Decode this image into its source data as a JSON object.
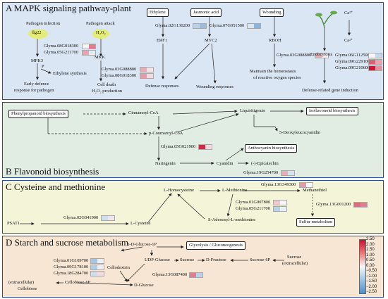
{
  "panels": {
    "a": "A  MAPK signaling pathway-plant",
    "b": "B   Flavonoid biosynthesis",
    "c": "C   Cysteine and methionine",
    "d": "D   Starch and sucrose metabolism"
  },
  "colors": {
    "hi": "#c8102e",
    "mid": "#f7f7f7",
    "lo": "#4f8ec8"
  },
  "legend": [
    "2.50",
    "2.00",
    "1.50",
    "1.00",
    "0.50",
    "0.00",
    "−0.50",
    "−1.00",
    "−1.50",
    "−2.00",
    "−2.50"
  ],
  "A": {
    "pathogen_infection": "Pathogen infection",
    "flg22": "flg22",
    "pathogen_attack": "Pathogen attack",
    "h2o2": "H₂O₂",
    "genes_flg": [
      "Glyma.08G018300",
      "Glyma.05G211700"
    ],
    "mpk3": "MPK3",
    "p": "P",
    "ethylene_synthesis": "Ethylene synthesis",
    "early_defence": [
      "Early defence",
      "response for pathogen"
    ],
    "mkk": "MKK",
    "genes_h2o2": [
      "Glyma.03G088800",
      "Glyma.08G018300"
    ],
    "cell_death": [
      "Cell death",
      "H₂O₂ production"
    ],
    "ethylene": "Ethylene",
    "jasmonic": "Jasmonic acid",
    "wounding": "Wounding",
    "gene_eth": "Glyma.02G130200",
    "gene_jas": "Glyma.07G051500",
    "erf1": "ERF1",
    "myc2": "MYC2",
    "rboh": "RBOH",
    "gene_rboh": "Glyma.03G088800",
    "defense_responses": "Defense responses",
    "wounding_responses": "Wounding responses",
    "homeostasis": [
      "Maintain the homeostasis",
      "of reactive oxygen species"
    ],
    "endocytosis": "Endocytosis",
    "ca1": "Ca²⁺",
    "ca2": "Ca²⁺",
    "genes_ca": [
      "Glyma.06G112500",
      "Glyma.09G229100",
      "Glyma.09G210600"
    ],
    "defense_gene_induction": "Defense-related gene induction"
  },
  "B": {
    "phenyl": "Phenylpropanoid biosynthesis",
    "cinnamoyl": "Cinnamoyl-CoA",
    "coumaroyl": "p-Coumaroyl-CoA",
    "liquiritigenin": "Liquiritigenin",
    "isoflavonoid": "Isoflavonoid biosynthesis",
    "deoxyleuco": "5-Deoxyleucocyanidin",
    "gene_b1": "Glyma.05G021900",
    "naringenin": "Naringenin",
    "cyanidin": "Cyanidin",
    "anthocyanin": "Anthocyanin biosynthesis",
    "epicatechin": "(-)-Epicatechin",
    "gene_b2": "Glyma.19G254700"
  },
  "C": {
    "homocysteine": "L-Homocysteine",
    "methionine": "L-Methionine",
    "gene_c1": "Glyma.13G349300",
    "methanethiol": "Methanethiol",
    "psat1": "PSAT1",
    "gene_c2": "Glyma.02G041900",
    "cysteine": "L-Cysteine",
    "genes_c3": [
      "Glyma.01G007800",
      "Glyma.05G211700"
    ],
    "sam": "S-Adenosyl-L-methionine",
    "gene_c4": "Glyma.13G001200",
    "sulfur": "Sulfur metabolism"
  },
  "D": {
    "aglc1p": "α-D-Glucose-1P",
    "glycolysis": "Glycolysis / Gluconeogenesis",
    "genes_d1": [
      "Glyma.01G109700",
      "Glyma.09G178100",
      "Glyma.18G284700"
    ],
    "cellodextrin": "Cellodextrin",
    "udpg": "UDP-Glucose",
    "sucrose": "Sucrose",
    "dfructose": "D-Fructose",
    "sucrose6p": "Sucrose-6P",
    "sucrose_ext": [
      "Sucrose",
      "(extracellular)"
    ],
    "gene_d2": "Glyma.13G087400",
    "cellobiose_ext": [
      "(extracellular)",
      "Cellobiose"
    ],
    "cellobiose6p": "Cellobiose-6P",
    "dglucose": "D-Glucose"
  },
  "heatmaps": {
    "flg": [
      [
        0.0,
        1.3
      ],
      [
        0.9,
        -0.3
      ]
    ],
    "h2o2": [
      [
        0.8,
        0.2
      ],
      [
        1.0,
        0.3
      ]
    ],
    "eth": [
      [
        -0.9,
        -1.4
      ]
    ],
    "jas": [
      [
        -0.4,
        -1.6
      ]
    ],
    "rboh": [
      [
        0.8,
        0.1
      ]
    ],
    "ca": [
      [
        0.0,
        -0.7
      ],
      [
        1.6,
        0.9
      ],
      [
        2.4,
        1.1
      ]
    ],
    "b1": [
      [
        2.2,
        0.3
      ]
    ],
    "b2": [
      [
        0.8,
        -0.5
      ]
    ],
    "c1": [
      [
        1.0,
        0.0
      ]
    ],
    "c2": [
      [
        -0.6,
        0.2
      ]
    ],
    "c3": [
      [
        0.5,
        0.0
      ],
      [
        -0.9,
        -0.2
      ]
    ],
    "c4": [
      [
        1.5,
        1.3
      ]
    ],
    "d1": [
      [
        -1.2,
        -0.2
      ],
      [
        -1.0,
        0.1
      ],
      [
        -0.6,
        0.3
      ]
    ],
    "d2": [
      [
        1.3,
        -0.9
      ]
    ]
  }
}
